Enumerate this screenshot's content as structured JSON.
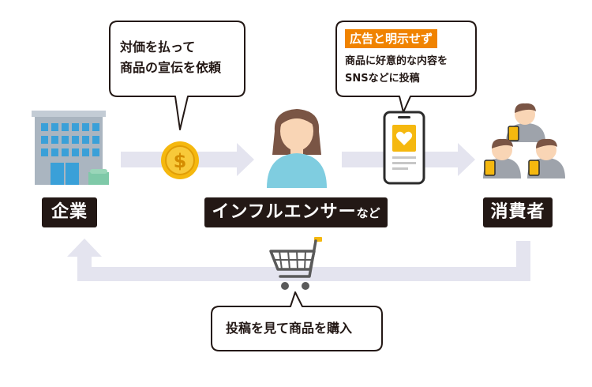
{
  "nodes": {
    "company": "企業",
    "influencer_main": "インフルエンサー",
    "influencer_suffix": "など",
    "consumer": "消費者"
  },
  "bubbles": {
    "payment_line1": "対価を払って",
    "payment_line2": "商品の宣伝を依頼",
    "post_tag": "広告と明示せず",
    "post_line1": "商品に好意的な内容を",
    "post_line2": "SNSなどに投稿",
    "purchase": "投稿を見て商品を購入"
  },
  "colors": {
    "arrow": "#e4e4ef",
    "label_bg": "#231815",
    "accent": "#f08300",
    "coin": "#f5b80f",
    "skin": "#f9d5b5",
    "hair": "#7a5545",
    "shirt": "#7fcde0",
    "building": "#a9b5c0",
    "window": "#3aa0d8"
  },
  "icons": [
    "office-building-icon",
    "dollar-coin-icon",
    "influencer-person-icon",
    "smartphone-heart-icon",
    "consumer-group-icon",
    "shopping-cart-icon"
  ]
}
